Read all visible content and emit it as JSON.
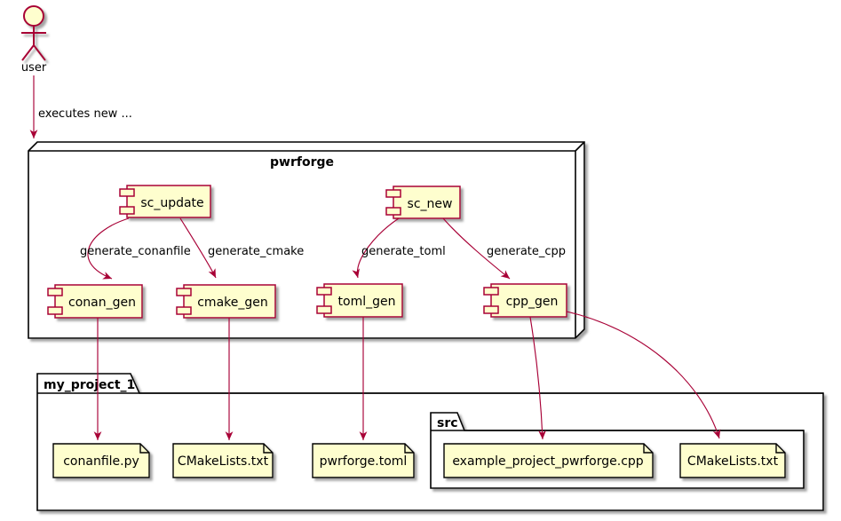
{
  "colors": {
    "shape_fill": "#FEFECE",
    "accent": "#A80036",
    "outline": "#000000",
    "background": "#FFFFFF"
  },
  "actor": {
    "name": "user"
  },
  "user_edge": {
    "label": "executes new ..."
  },
  "pwrforge": {
    "title": "pwrforge",
    "components": [
      {
        "label": "sc_update"
      },
      {
        "label": "sc_new"
      },
      {
        "label": "conan_gen"
      },
      {
        "label": "cmake_gen"
      },
      {
        "label": "toml_gen"
      },
      {
        "label": "cpp_gen"
      }
    ]
  },
  "edges": [
    {
      "label": "generate_conanfile"
    },
    {
      "label": "generate_cmake"
    },
    {
      "label": "generate_toml"
    },
    {
      "label": "generate_cpp"
    }
  ],
  "project_folder": {
    "title": "my_project_1",
    "files": [
      {
        "label": "conanfile.py"
      },
      {
        "label": "CMakeLists.txt"
      },
      {
        "label": "pwrforge.toml"
      }
    ],
    "src_folder": {
      "title": "src",
      "files": [
        {
          "label": "example_project_pwrforge.cpp"
        },
        {
          "label": "CMakeLists.txt"
        }
      ]
    }
  }
}
